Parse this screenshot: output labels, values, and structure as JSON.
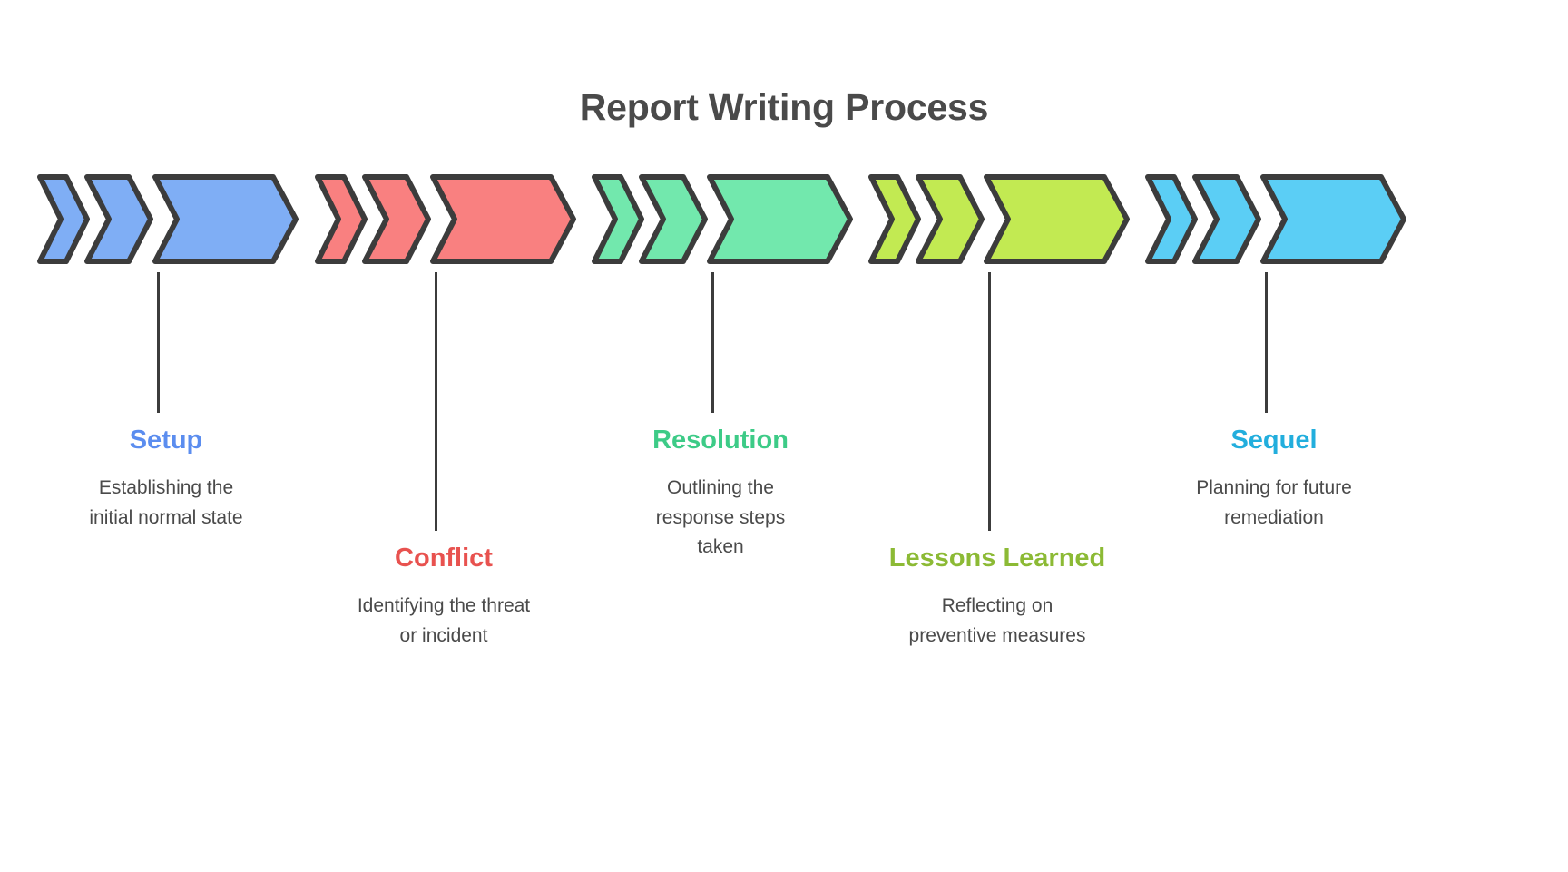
{
  "title": "Report Writing Process",
  "theme": {
    "background": "#ffffff",
    "title_color": "#4a4a4a",
    "description_color": "#4a4a4a",
    "outline_color": "#3c3c3c",
    "connector_color": "#3c3c3c"
  },
  "stages": [
    {
      "label": "Setup",
      "description": "Establishing the\ninitial normal state",
      "arrow_fill": "#7FAEF5",
      "label_color": "#5B8DEF",
      "text_position": "high"
    },
    {
      "label": "Conflict",
      "description": "Identifying the threat\nor incident",
      "arrow_fill": "#F98080",
      "label_color": "#E8524F",
      "text_position": "low"
    },
    {
      "label": "Resolution",
      "description": "Outlining the\nresponse steps\ntaken",
      "arrow_fill": "#72E8AD",
      "label_color": "#3DCB87",
      "text_position": "high"
    },
    {
      "label": "Lessons\nLearned",
      "description": "Reflecting on\npreventive measures",
      "arrow_fill": "#C2EA52",
      "label_color": "#8CBA35",
      "text_position": "low"
    },
    {
      "label": "Sequel",
      "description": "Planning for future\nremediation",
      "arrow_fill": "#5BCEF5",
      "label_color": "#22AEDD",
      "text_position": "high"
    }
  ]
}
